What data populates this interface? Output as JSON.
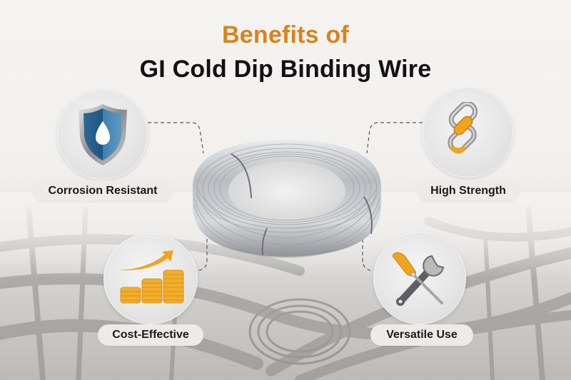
{
  "title": {
    "line1": "Benefits of",
    "line2": "GI Cold Dip Binding Wire"
  },
  "product": {
    "name": "GI cold dip binding wire coil",
    "icon": "wire-coil"
  },
  "benefits": [
    {
      "label": "Corrosion Resistant",
      "icon": "shield-water-drop-icon",
      "position": "top-left"
    },
    {
      "label": "High Strength",
      "icon": "chain-link-icon",
      "position": "top-right"
    },
    {
      "label": "Cost-Effective",
      "icon": "coins-growth-arrow-icon",
      "position": "bottom-left"
    },
    {
      "label": "Versatile Use",
      "icon": "wrench-screwdriver-icon",
      "position": "bottom-right"
    }
  ],
  "colors": {
    "accent": "#D9831A",
    "title_dark": "#111111",
    "label_bg": "#ECEBE8",
    "shield_blue": "#2E6E9E",
    "gold": "#F0A31E",
    "steel": "#9A9A9A"
  }
}
